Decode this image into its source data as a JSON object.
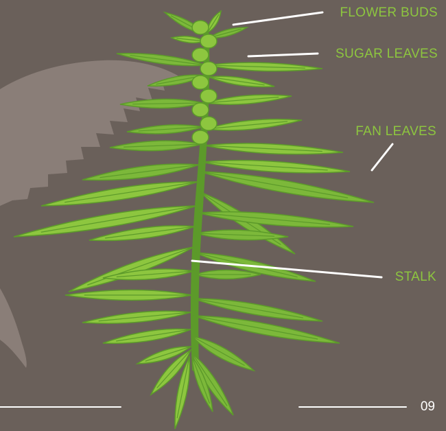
{
  "labels": {
    "flower_buds": "FLOWER BUDS",
    "sugar_leaves": "SUGAR LEAVES",
    "fan_leaves": "FAN LEAVES",
    "stalk": "STALK"
  },
  "page_number": "09",
  "colors": {
    "background": "#6a605a",
    "background_leaf": "#8a7e78",
    "leaf_light": "#8dc63f",
    "leaf_dark": "#5c9a2a",
    "label_text": "#8dc63f",
    "callout_line": "#ffffff"
  }
}
